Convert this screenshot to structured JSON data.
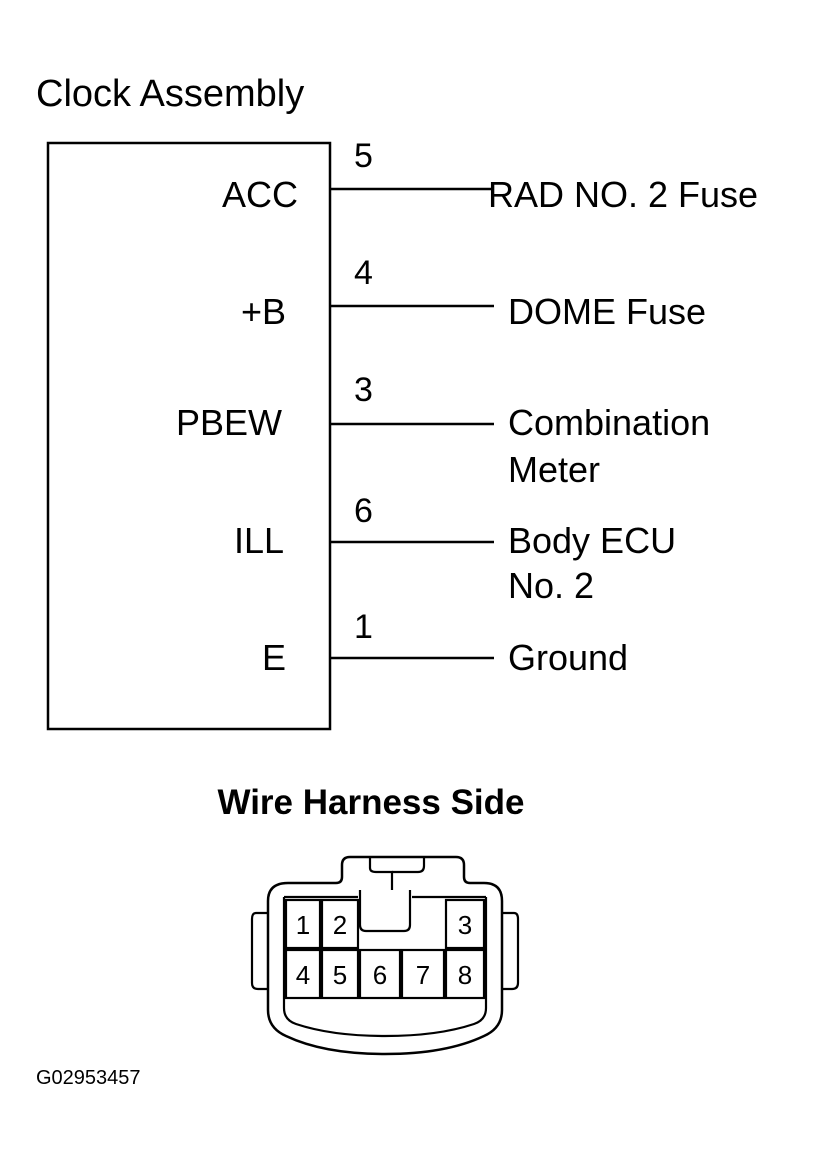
{
  "title": "Clock Assembly",
  "terminals": [
    {
      "pin": "ACC",
      "number": "5",
      "dest": [
        "RAD NO. 2 Fuse"
      ]
    },
    {
      "pin": "+B",
      "number": "4",
      "dest": [
        "DOME Fuse"
      ]
    },
    {
      "pin": "PBEW",
      "number": "3",
      "dest": [
        "Combination",
        "Meter"
      ]
    },
    {
      "pin": "ILL",
      "number": "6",
      "dest": [
        "Body ECU",
        "No. 2"
      ]
    },
    {
      "pin": "E",
      "number": "1",
      "dest": [
        "Ground"
      ]
    }
  ],
  "connector": {
    "heading": "Wire Harness Side",
    "top_row": [
      "1",
      "2",
      "3"
    ],
    "bottom_row": [
      "4",
      "5",
      "6",
      "7",
      "8"
    ]
  },
  "figure_id": "G02953457"
}
